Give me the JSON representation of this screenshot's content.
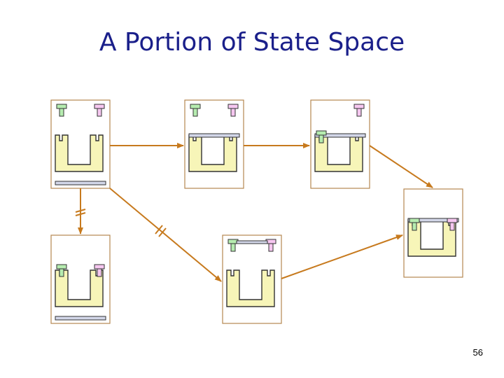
{
  "slide": {
    "title": "A Portion of State Space",
    "page_number": "56"
  },
  "colors": {
    "title": "#1a1f8a",
    "state_border": "#b5874f",
    "table": "#f7f5b8",
    "table_edge": "#333333",
    "arrow": "#c77a1e",
    "piece_green": "#b6ecb0",
    "piece_pink": "#f6c7f0",
    "bar": "#d2d6e8"
  },
  "icons": [
    "green-t-piece",
    "pink-t-piece",
    "bar-piece",
    "u-table"
  ]
}
